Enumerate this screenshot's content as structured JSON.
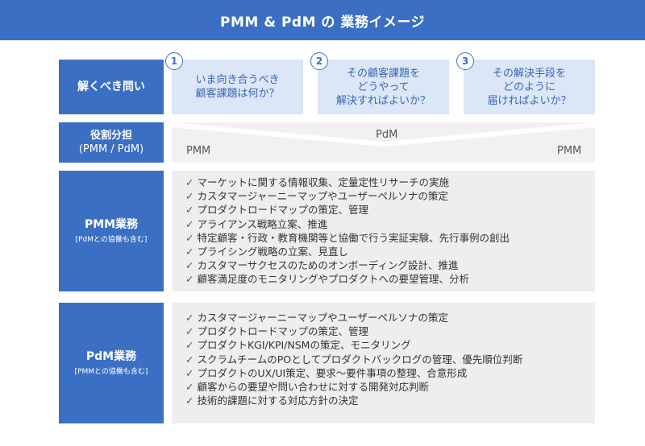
{
  "header": {
    "title": "PMM & PdM の 業務イメージ"
  },
  "rows": {
    "questions_label": "解くべき問い",
    "role_label_line1": "役割分担",
    "role_label_line2": "(PMM / PdM)",
    "pmm_label": "PMM業務",
    "pmm_sub": "[PdMとの協働も含む]",
    "pdm_label": "PdM業務",
    "pdm_sub": "[PMMとの協働も含む]"
  },
  "questions": [
    {
      "num": "1",
      "text": "いま向き合うべき\n顧客課題は何か？"
    },
    {
      "num": "2",
      "text": "その顧客課題を\nどうやって\n解決すればよいか？"
    },
    {
      "num": "3",
      "text": "その解決手段を\nどのように\n届ければよいか？"
    }
  ],
  "roles": {
    "left": "PMM",
    "center": "PdM",
    "right": "PMM"
  },
  "check_mark": "✓",
  "pmm_tasks": [
    "マーケットに関する情報収集、定量定性リサーチの実施",
    "カスタマージャーニーマップやユーザーペルソナの策定",
    "プロダクトロードマップの策定、管理",
    "アライアンス戦略立案、推進",
    "特定顧客・行政・教育機関等と協働で行う実証実験、先行事例の創出",
    "プライシング戦略の立案、見直し",
    "カスタマーサクセスのためのオンボーディング設計、推進",
    "顧客満足度のモニタリングやプロダクトへの要望管理、分析"
  ],
  "pdm_tasks": [
    "カスタマージャーニーマップやユーザーペルソナの策定",
    "プロダクトロードマップの策定、管理",
    "プロダクトKGI/KPI/NSMの策定、モニタリング",
    "スクラムチームのPOとしてプロダクトバックログの管理、優先順位判断",
    "プロダクトのUX/UI策定、要求〜要件事項の整理、合意形成",
    "顧客からの要望や問い合わせに対する開発対応判断",
    "技術的課題に対する対応方針の決定"
  ],
  "colors": {
    "accent": "#3b6fc4",
    "question_bg": "#dbe6f6",
    "panel_bg": "#eeeeee"
  }
}
